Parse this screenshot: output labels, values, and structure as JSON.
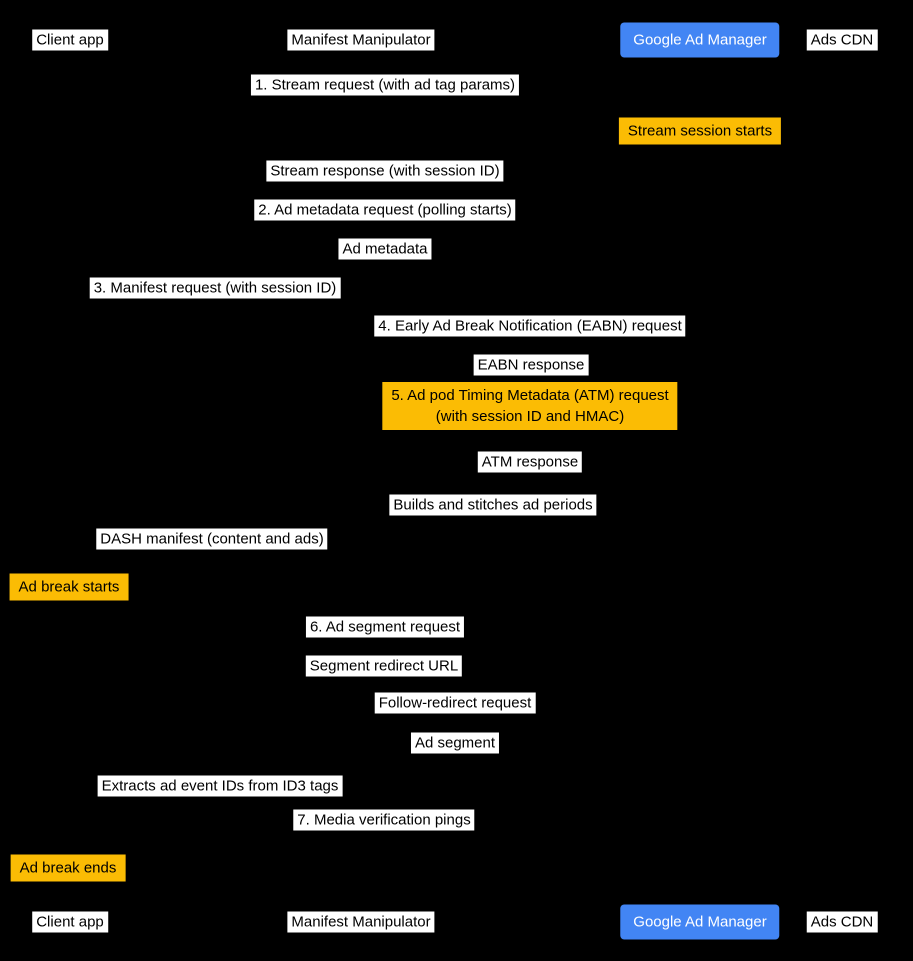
{
  "colors": {
    "background": "#000000",
    "label_bg": "#ffffff",
    "label_text": "#000000",
    "note_yellow": "#fbbc04",
    "actor_blue": "#4285f4",
    "actor_blue_text": "#ffffff"
  },
  "actors": [
    {
      "label": "Client app",
      "variant": "plain"
    },
    {
      "label": "Manifest Manipulator",
      "variant": "plain"
    },
    {
      "label": "Google Ad Manager",
      "variant": "blue"
    },
    {
      "label": "Ads CDN",
      "variant": "plain"
    }
  ],
  "messages": [
    {
      "text": "1. Stream request (with ad tag params)",
      "kind": "message"
    },
    {
      "text": "Stream session starts",
      "kind": "note"
    },
    {
      "text": "Stream response (with session ID)",
      "kind": "message"
    },
    {
      "text": "2. Ad metadata request (polling starts)",
      "kind": "message"
    },
    {
      "text": "Ad metadata",
      "kind": "message"
    },
    {
      "text": "3. Manifest request (with session ID)",
      "kind": "message"
    },
    {
      "text": "4. Early Ad Break Notification (EABN) request",
      "kind": "message"
    },
    {
      "text": "EABN response",
      "kind": "message"
    },
    {
      "text": "5. Ad pod Timing Metadata (ATM) request\n(with session ID and HMAC)",
      "kind": "note"
    },
    {
      "text": "ATM response",
      "kind": "message"
    },
    {
      "text": "Builds and stitches ad periods",
      "kind": "message"
    },
    {
      "text": "DASH manifest (content and ads)",
      "kind": "message"
    },
    {
      "text": "Ad break starts",
      "kind": "note"
    },
    {
      "text": "6. Ad segment request",
      "kind": "message"
    },
    {
      "text": "Segment redirect URL",
      "kind": "message"
    },
    {
      "text": "Follow-redirect request",
      "kind": "message"
    },
    {
      "text": "Ad segment",
      "kind": "message"
    },
    {
      "text": "Extracts ad event IDs from ID3 tags",
      "kind": "message"
    },
    {
      "text": "7. Media verification pings",
      "kind": "message"
    },
    {
      "text": "Ad break ends",
      "kind": "note"
    }
  ]
}
